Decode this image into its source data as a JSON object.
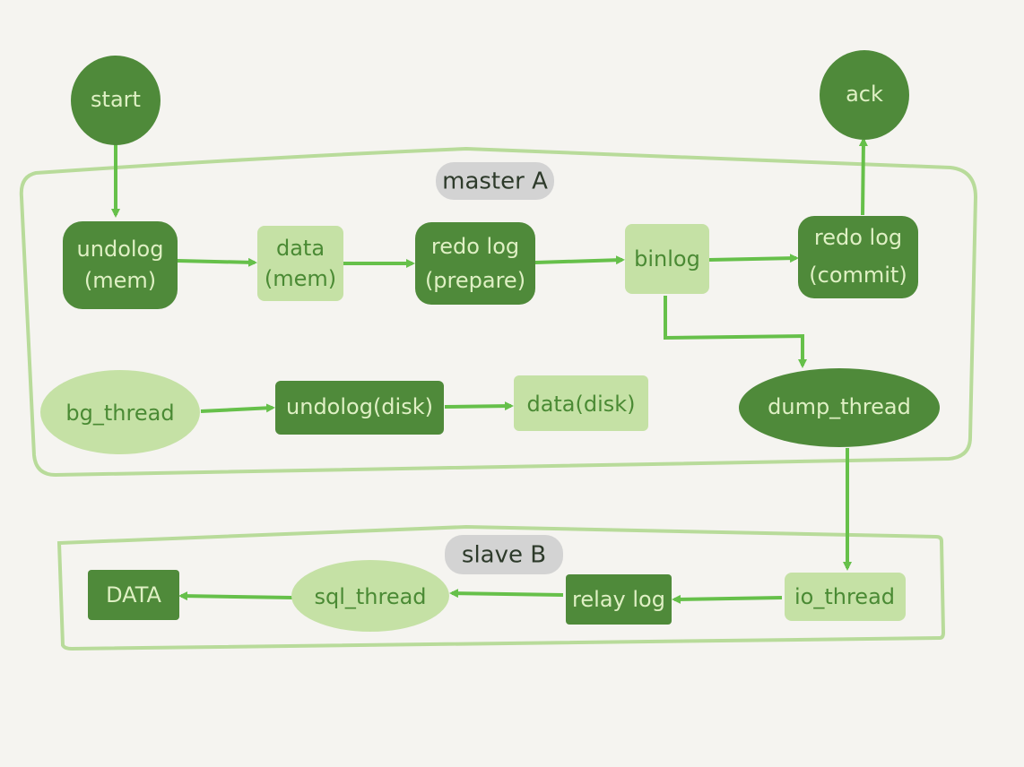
{
  "regions": {
    "master": {
      "label": "master A"
    },
    "slave": {
      "label": "slave B"
    }
  },
  "nodes": {
    "start": "start",
    "ack": "ack",
    "undolog_mem": [
      "undolog",
      "(mem)"
    ],
    "data_mem": [
      "data",
      "(mem)"
    ],
    "redo_prepare": [
      "redo log",
      "(prepare)"
    ],
    "binlog": "binlog",
    "redo_commit": [
      "redo log",
      "(commit)"
    ],
    "bg_thread": "bg_thread",
    "undolog_disk": "undolog(disk)",
    "data_disk": "data(disk)",
    "dump_thread": "dump_thread",
    "io_thread": "io_thread",
    "relay_log": "relay log",
    "sql_thread": "sql_thread",
    "DATA": "DATA"
  },
  "colors": {
    "dark_green": "#4f8a3a",
    "light_green": "#c5e1a5",
    "arrow": "#66c04a",
    "border": "#b8db9a",
    "label_bg": "#d3d3d3",
    "background": "#f5f4f0"
  }
}
